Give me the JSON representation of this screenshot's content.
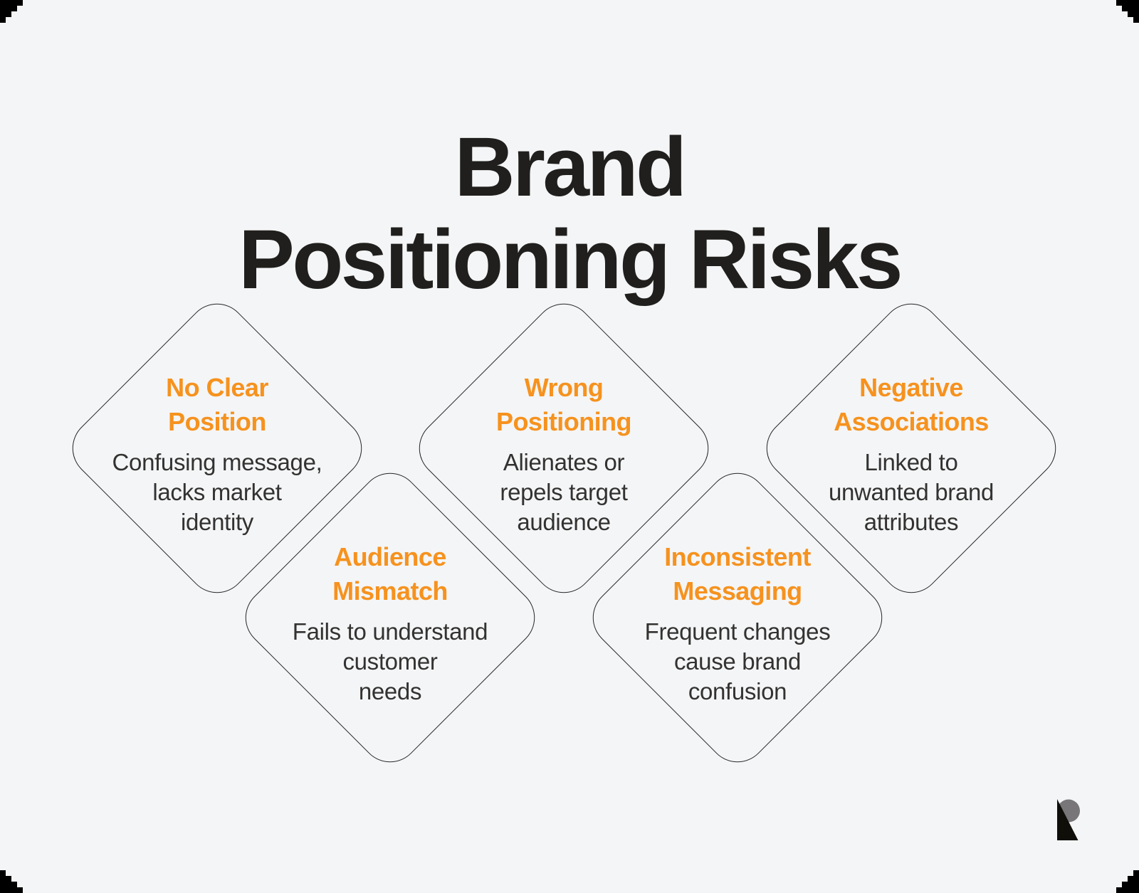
{
  "page": {
    "background_color": "#f4f5f6",
    "frame_color": "#000000"
  },
  "title": {
    "text": "Brand\nPositioning Risks",
    "color": "#201f1d"
  },
  "theme": {
    "accent_orange": "#f6921e",
    "body_text_color": "#333231",
    "outline_color": "#26262a"
  },
  "diamonds": [
    {
      "id": "no-clear-position",
      "title": "No Clear\nPosition",
      "description": "Confusing message,\nlacks market\nidentity"
    },
    {
      "id": "wrong-positioning",
      "title": "Wrong\nPositioning",
      "description": "Alienates or\nrepels target\naudience"
    },
    {
      "id": "negative-associations",
      "title": "Negative\nAssociations",
      "description": "Linked to\nunwanted brand\nattributes"
    },
    {
      "id": "audience-mismatch",
      "title": "Audience\nMismatch",
      "description": "Fails to understand\ncustomer\nneeds"
    },
    {
      "id": "inconsistent-messaging",
      "title": "Inconsistent\nMessaging",
      "description": "Frequent changes\ncause brand\nconfusion"
    }
  ],
  "logo": {
    "name": "r-monogram-logo",
    "gray": "#787679",
    "black": "#100e09"
  }
}
